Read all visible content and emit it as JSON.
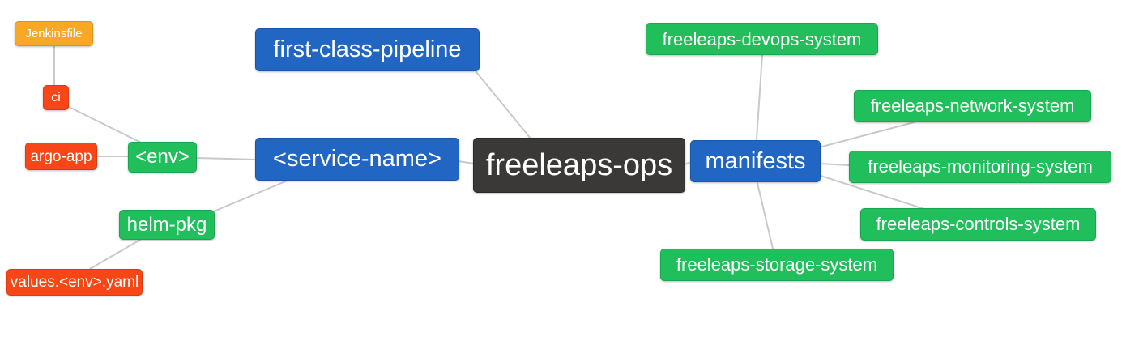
{
  "diagram": {
    "type": "mindmap",
    "background_color": "#ffffff",
    "edge_color": "#c9c9c9",
    "text_color": "#ffffff",
    "palette": {
      "blue": "#2166c2",
      "green": "#21bf5b",
      "dark": "#3b3838",
      "orange": "#f9a826",
      "red": "#f94616"
    },
    "nodes": {
      "freeleaps_ops": {
        "label": "freeleaps-ops",
        "color": "dark"
      },
      "first_class_pipeline": {
        "label": "first-class-pipeline",
        "color": "blue"
      },
      "service_name": {
        "label": "<service-name>",
        "color": "blue"
      },
      "manifests": {
        "label": "manifests",
        "color": "blue"
      },
      "env": {
        "label": "<env>",
        "color": "green"
      },
      "helm_pkg": {
        "label": "helm-pkg",
        "color": "green"
      },
      "ci": {
        "label": "ci",
        "color": "red"
      },
      "argo_app": {
        "label": "argo-app",
        "color": "red"
      },
      "values_env_yaml": {
        "label": "values.<env>.yaml",
        "color": "red"
      },
      "jenkinsfile": {
        "label": "Jenkinsfile",
        "color": "orange"
      },
      "devops_system": {
        "label": "freeleaps-devops-system",
        "color": "green"
      },
      "network_system": {
        "label": "freeleaps-network-system",
        "color": "green"
      },
      "monitoring_system": {
        "label": "freeleaps-monitoring-system",
        "color": "green"
      },
      "controls_system": {
        "label": "freeleaps-controls-system",
        "color": "green"
      },
      "storage_system": {
        "label": "freeleaps-storage-system",
        "color": "green"
      }
    },
    "edges": [
      {
        "from": "jenkinsfile",
        "to": "ci"
      },
      {
        "from": "ci",
        "to": "env"
      },
      {
        "from": "argo_app",
        "to": "env"
      },
      {
        "from": "env",
        "to": "service_name"
      },
      {
        "from": "helm_pkg",
        "to": "service_name"
      },
      {
        "from": "values_env_yaml",
        "to": "helm_pkg"
      },
      {
        "from": "first_class_pipeline",
        "to": "freeleaps_ops"
      },
      {
        "from": "service_name",
        "to": "freeleaps_ops"
      },
      {
        "from": "freeleaps_ops",
        "to": "manifests"
      },
      {
        "from": "manifests",
        "to": "devops_system"
      },
      {
        "from": "manifests",
        "to": "network_system"
      },
      {
        "from": "manifests",
        "to": "monitoring_system"
      },
      {
        "from": "manifests",
        "to": "controls_system"
      },
      {
        "from": "manifests",
        "to": "storage_system"
      }
    ]
  }
}
